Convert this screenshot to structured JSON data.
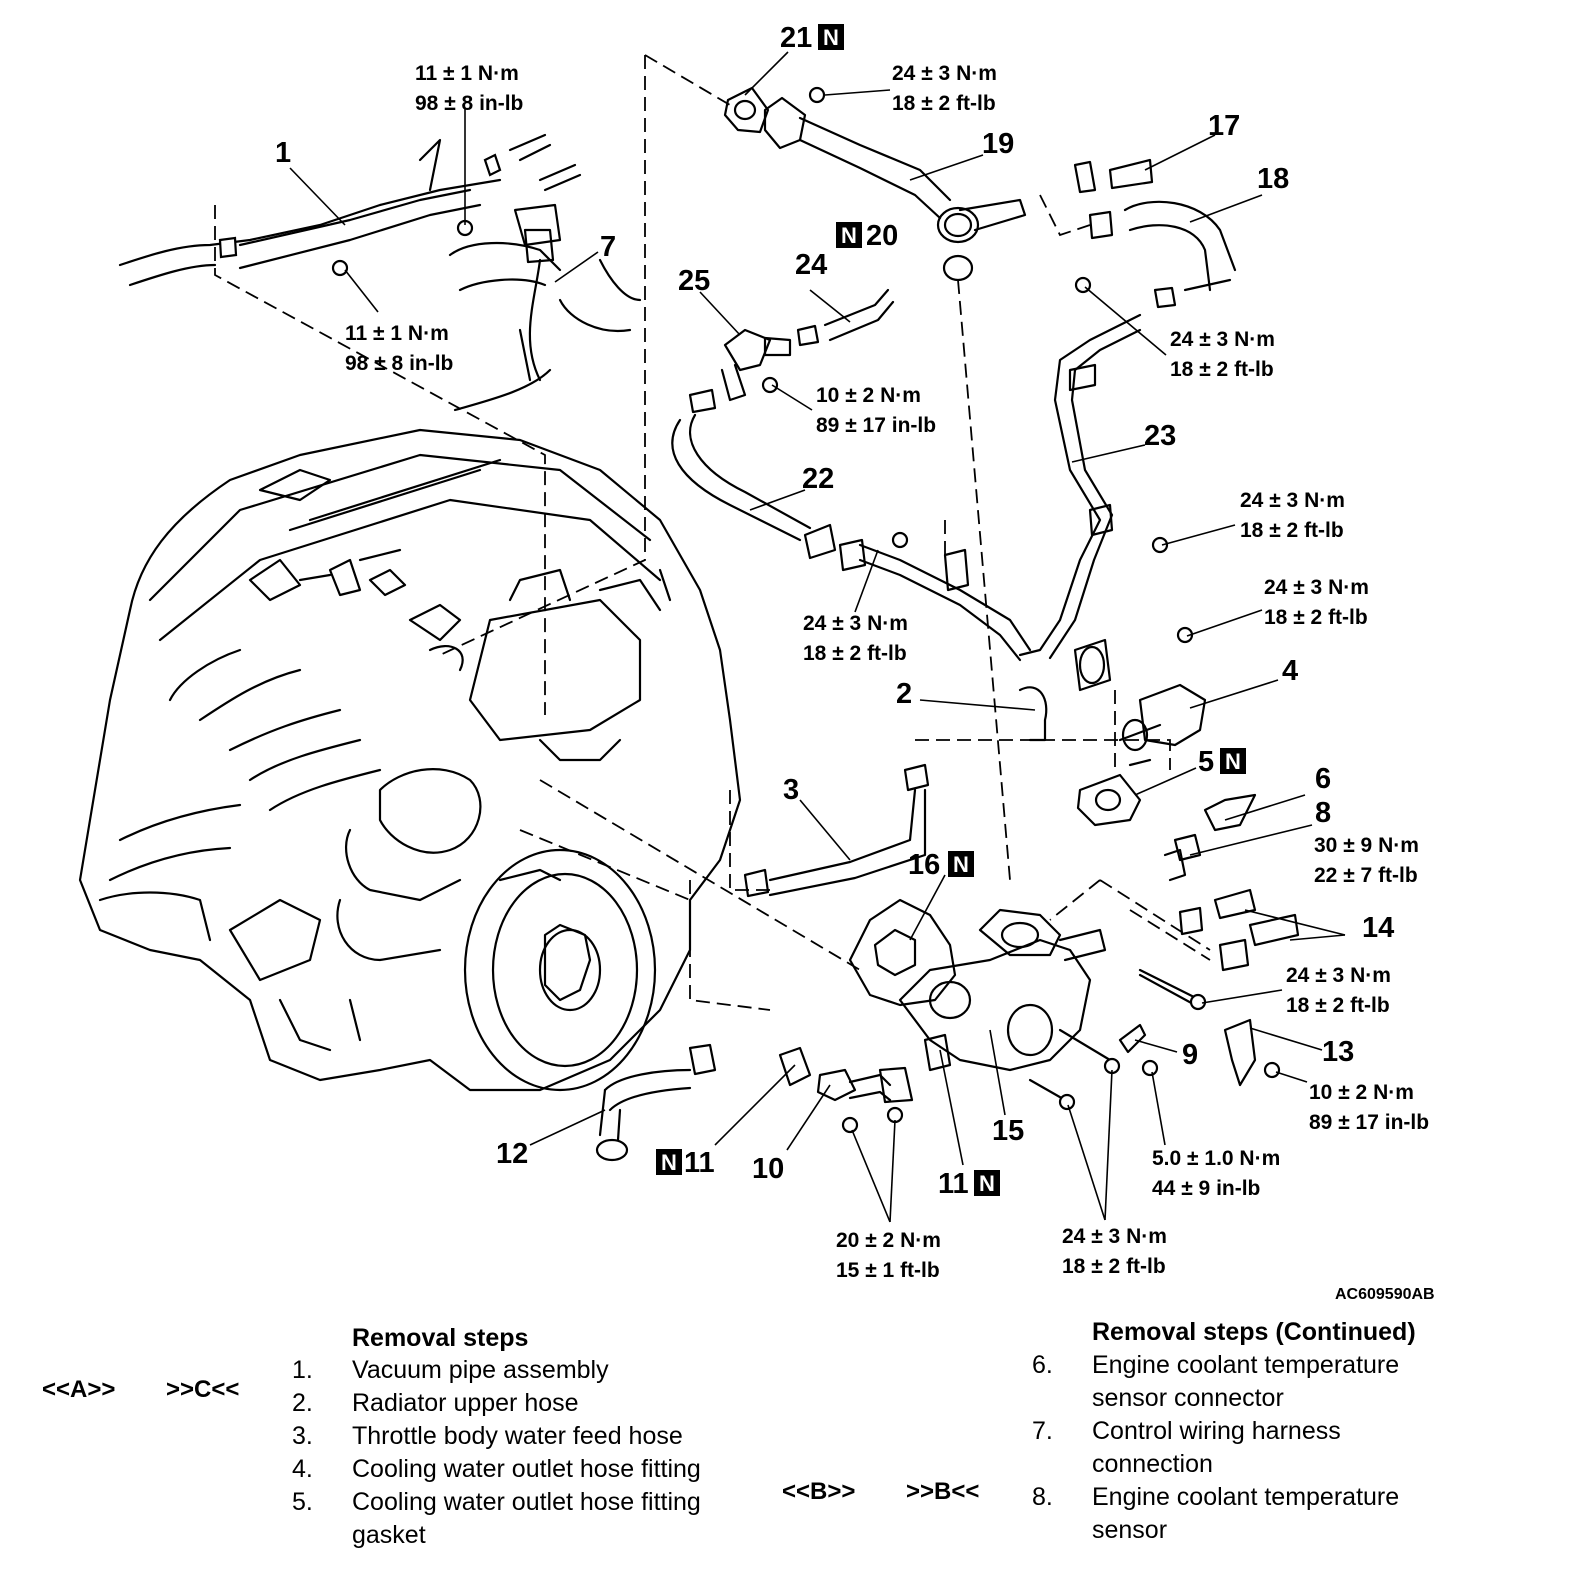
{
  "diagram": {
    "callouts": {
      "c1": "1",
      "c2": "2",
      "c3": "3",
      "c4": "4",
      "c5": "5",
      "c6": "6",
      "c7": "7",
      "c8": "8",
      "c9": "9",
      "c10": "10",
      "c11a": "11",
      "c11b": "11",
      "c12": "12",
      "c13": "13",
      "c14": "14",
      "c15": "15",
      "c16": "16",
      "c17": "17",
      "c18": "18",
      "c19": "19",
      "c20": "20",
      "c21": "21",
      "c22": "22",
      "c23": "23",
      "c24": "24",
      "c25": "25"
    },
    "new_part_badge": "N",
    "torques": {
      "t1": [
        "11 ± 1 N·m",
        "98 ± 8 in-lb"
      ],
      "t2": [
        "11 ± 1 N·m",
        "98 ± 8 in-lb"
      ],
      "t3": [
        "24 ± 3 N·m",
        "18 ± 2 ft-lb"
      ],
      "t4": [
        "24 ± 3 N·m",
        "18 ± 2 ft-lb"
      ],
      "t5": [
        "10 ± 2 N·m",
        "89 ± 17 in-lb"
      ],
      "t6": [
        "24 ± 3 N·m",
        "18 ± 2 ft-lb"
      ],
      "t7": [
        "24 ± 3 N·m",
        "18 ± 2 ft-lb"
      ],
      "t8": [
        "24 ± 3 N·m",
        "18 ± 2 ft-lb"
      ],
      "t9": [
        "30 ± 9 N·m",
        "22 ± 7 ft-lb"
      ],
      "t10": [
        "24 ± 3 N·m",
        "18 ± 2 ft-lb"
      ],
      "t11": [
        "10 ± 2 N·m",
        "89 ± 17 in-lb"
      ],
      "t12": [
        "5.0 ± 1.0 N·m",
        "44 ± 9 in-lb"
      ],
      "t13": [
        "20 ± 2 N·m",
        "15 ± 1 ft-lb"
      ],
      "t14": [
        "24 ± 3 N·m",
        "18 ± 2 ft-lb"
      ]
    },
    "figure_ref": "AC609590AB"
  },
  "legend": {
    "left_heading": "Removal steps",
    "right_heading": "Removal steps (Continued)",
    "markers": {
      "row2_a": "<<A>>",
      "row2_c": ">>C<<",
      "row8_b1": "<<B>>",
      "row8_b2": ">>B<<"
    },
    "left_steps": [
      {
        "num": "1.",
        "lines": [
          "Vacuum pipe assembly"
        ]
      },
      {
        "num": "2.",
        "lines": [
          "Radiator upper hose"
        ]
      },
      {
        "num": "3.",
        "lines": [
          "Throttle body water feed hose"
        ]
      },
      {
        "num": "4.",
        "lines": [
          "Cooling water outlet hose fitting"
        ]
      },
      {
        "num": "5.",
        "lines": [
          "Cooling water outlet hose fitting",
          "gasket"
        ]
      }
    ],
    "right_steps": [
      {
        "num": "6.",
        "lines": [
          "Engine coolant temperature",
          "sensor connector"
        ]
      },
      {
        "num": "7.",
        "lines": [
          "Control wiring harness",
          "connection"
        ]
      },
      {
        "num": "8.",
        "lines": [
          "Engine coolant temperature",
          "sensor"
        ]
      }
    ]
  }
}
